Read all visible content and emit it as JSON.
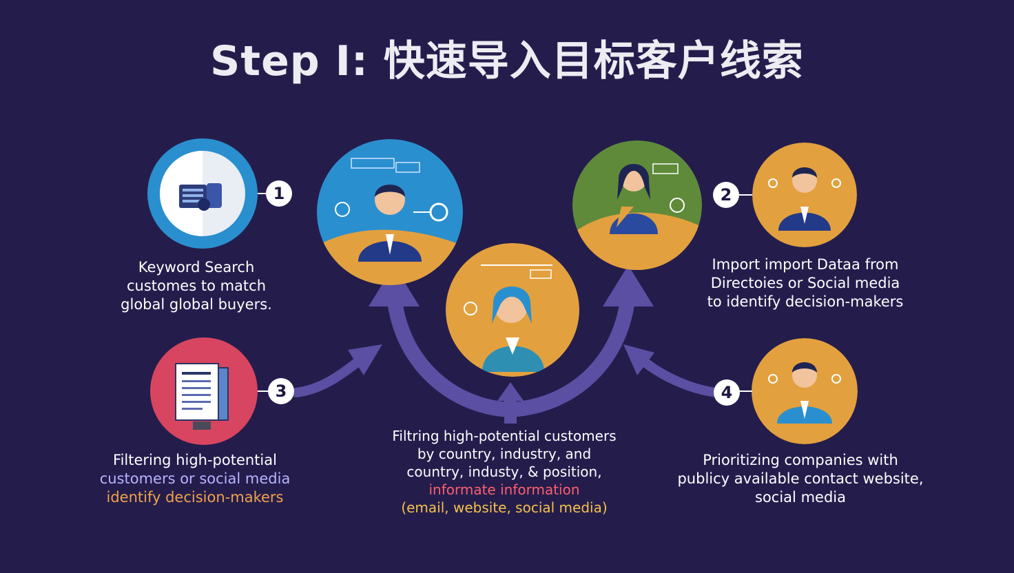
{
  "title": "Step I: 快速导入目标客户线索",
  "steps": [
    {
      "number": "1",
      "lines": [
        "Keyword Search",
        "customes to match",
        "global global buyers."
      ]
    },
    {
      "number": "2",
      "lines": [
        "Import import Dataa from",
        "Directoies or Social media",
        "to identify decision-makers"
      ]
    },
    {
      "number": "3",
      "lines": [
        "Filtering high-potential",
        "customers or  social media",
        "identify decision-makers"
      ]
    },
    {
      "number": "4",
      "lines": [
        "Prioritizing companies with",
        "publicy available contact  website,",
        "social media"
      ]
    }
  ],
  "center": {
    "lines": [
      "Filtring high-potential customers",
      "by country, industry, and",
      "country, industy, & position,",
      "informate information",
      "(email, website, social media)"
    ]
  },
  "colors": {
    "background": "#241d4c",
    "arrow": "#5a4fa3",
    "orange": "#e3a03e",
    "blue": "#2a8fce",
    "green": "#5f8a3a",
    "red": "#d84560",
    "label_white": "#ffffff",
    "label_lavender": "#b9b3ff",
    "label_orange": "#f0a24a",
    "label_red": "#ff5e6e"
  },
  "icons": [
    "search-database-icon",
    "document-icon",
    "person-avatar-icon",
    "chat-bubble-icon",
    "target-icon"
  ]
}
